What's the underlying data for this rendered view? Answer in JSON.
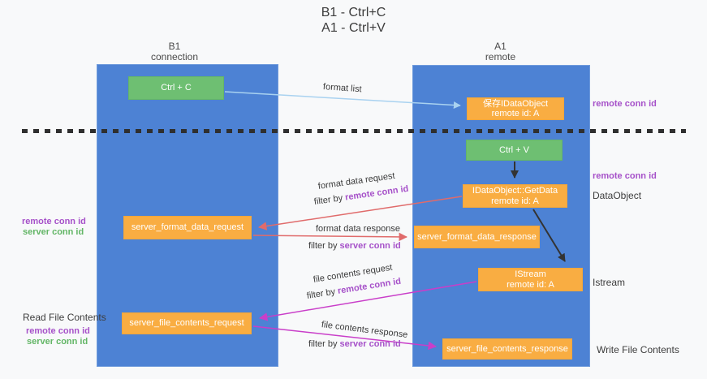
{
  "title": {
    "line1": "B1 - Ctrl+C",
    "line2": "A1 - Ctrl+V"
  },
  "lanes": {
    "left": {
      "title": "B1",
      "subtitle": "connection"
    },
    "right": {
      "title": "A1",
      "subtitle": "remote"
    }
  },
  "nodes": {
    "ctrl_c": {
      "label": "Ctrl + C"
    },
    "ctrl_v": {
      "label": "Ctrl + V"
    },
    "save_dataobject": {
      "line1": "保存IDataObject",
      "line2": "remote id: A"
    },
    "getdata": {
      "line1": "IDataObject::GetData",
      "line2": "remote id: A"
    },
    "istream": {
      "line1": "IStream",
      "line2": "remote id: A"
    },
    "server_format_data_request": {
      "label": "server_format_data_request"
    },
    "server_format_data_response": {
      "label": "server_format_data_response"
    },
    "server_file_contents_request": {
      "label": "server_file_contents_request"
    },
    "server_file_contents_response": {
      "label": "server_file_contents_response"
    }
  },
  "edge_labels": {
    "format_list": "format list",
    "format_data_request": "format data request",
    "format_data_response": "format data response",
    "file_contents_request": "file contents request",
    "file_contents_response": "file contents response",
    "filter_by": "filter by",
    "remote_conn_id": "remote conn id",
    "server_conn_id": "server conn id"
  },
  "annotations": {
    "remote_conn_id_top_right": "remote conn id",
    "remote_conn_id_mid_right": "remote conn id",
    "dataobject": "DataObject",
    "istream": "Istream",
    "write_file_contents": "Write File Contents",
    "read_file_contents": "Read File Contents",
    "remote_conn_id_left1": "remote conn id",
    "server_conn_id_left1": "server conn id",
    "remote_conn_id_left2": "remote conn id",
    "server_conn_id_left2": "server conn id"
  },
  "colors": {
    "lane_blue": "#4d82d4",
    "node_orange": "#f9ad42",
    "node_green": "#6ebf72",
    "arrow_red": "#e06b6b",
    "arrow_magenta": "#c93ec9",
    "arrow_lightblue": "#a9d2f0",
    "arrow_black": "#333333",
    "text_purple": "#a651c9",
    "text_green": "#63b666"
  }
}
